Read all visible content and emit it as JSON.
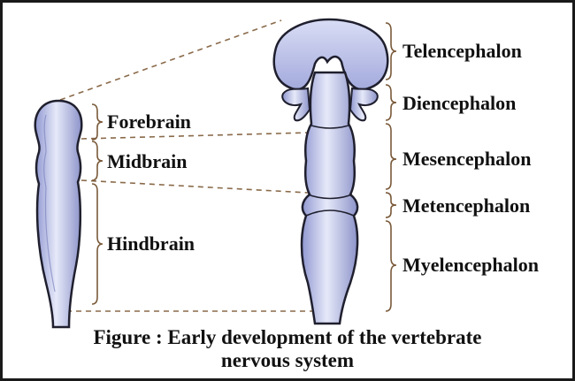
{
  "left_labels": {
    "forebrain": "Forebrain",
    "midbrain": "Midbrain",
    "hindbrain": "Hindbrain"
  },
  "right_labels": {
    "telencephalon": "Telencephalon",
    "diencephalon": "Diencephalon",
    "mesencephalon": "Mesencephalon",
    "metencephalon": "Metencephalon",
    "myelencephalon": "Myelencephalon"
  },
  "caption": {
    "line1": "Figure : Early development of the vertebrate",
    "line2": "nervous system"
  },
  "colors": {
    "tissue_fill": "#a7aede",
    "tissue_light": "#e4e7f8",
    "outline": "#1f1f2e",
    "dashed_line": "#8a6a4a",
    "bracket": "#7a5a3a"
  }
}
